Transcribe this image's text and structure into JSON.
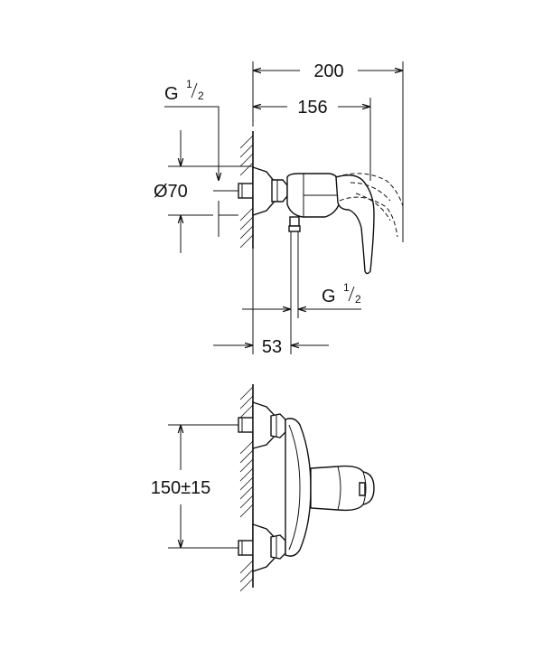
{
  "top_view": {
    "dim_width_total": "200",
    "dim_width_spout": "156",
    "dim_inlet_thread": "G",
    "dim_inlet_thread_frac_num": "1",
    "dim_inlet_thread_frac_den": "2",
    "dim_diameter": "Ø70",
    "dim_outlet_thread": "G",
    "dim_outlet_thread_frac_num": "1",
    "dim_outlet_thread_frac_den": "2",
    "dim_outlet_offset": "53"
  },
  "front_view": {
    "dim_inlet_spacing": "150±15"
  },
  "colors": {
    "line": "#111111",
    "background": "#ffffff"
  }
}
